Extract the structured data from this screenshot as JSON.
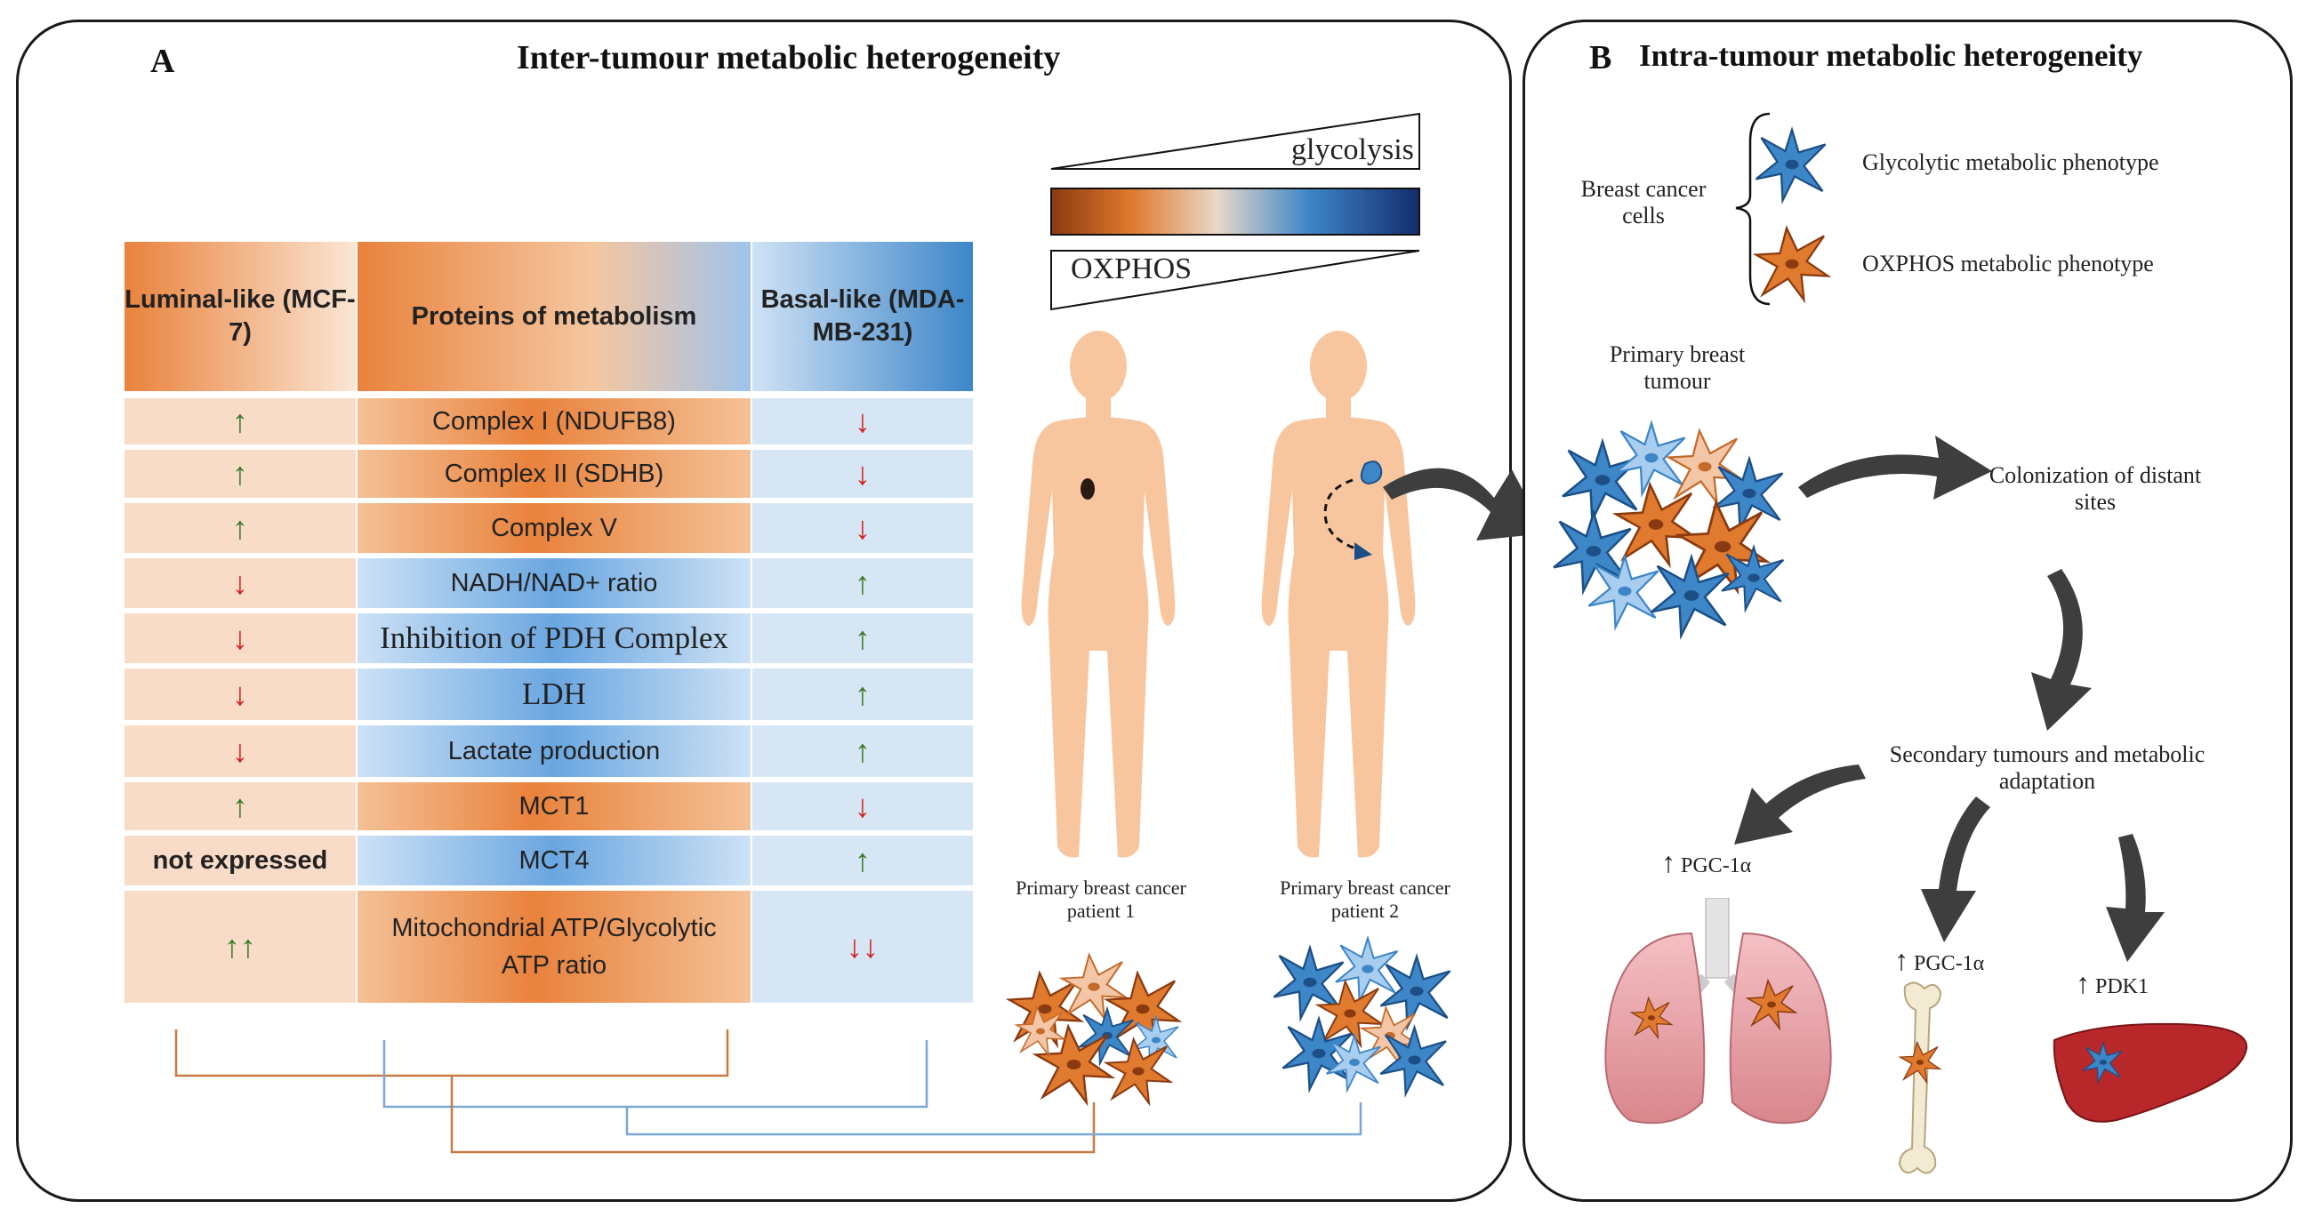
{
  "panel_a": {
    "letter": "A",
    "title": "Inter-tumour metabolic heterogeneity",
    "gradient": {
      "top_label": "glycolysis",
      "bottom_label": "OXPHOS"
    },
    "table": {
      "headers": [
        "Luminal-like (MCF-7)",
        "Proteins of metabolism",
        "Basal-like (MDA-MB-231)"
      ],
      "rows": [
        {
          "luminal": "↑",
          "protein": "Complex I (NDUFB8)",
          "basal": "↓"
        },
        {
          "luminal": "↑",
          "protein": "Complex II (SDHB)",
          "basal": "↓"
        },
        {
          "luminal": "↑",
          "protein": "Complex V",
          "basal": "↓"
        },
        {
          "luminal": "↓",
          "protein": "NADH/NAD+ ratio",
          "basal": "↑"
        },
        {
          "luminal": "↓",
          "protein": "Inhibition of PDH Complex",
          "basal": "↑"
        },
        {
          "luminal": "↓",
          "protein": "LDH",
          "basal": "↑"
        },
        {
          "luminal": "↓",
          "protein": "Lactate production",
          "basal": "↑"
        },
        {
          "luminal": "↑",
          "protein": "MCT1",
          "basal": "↓"
        },
        {
          "luminal": "not expressed",
          "protein": "MCT4",
          "basal": "↑"
        },
        {
          "luminal": "↑↑",
          "protein": "Mitochondrial ATP/Glycolytic ATP ratio",
          "basal": "↓↓"
        }
      ]
    },
    "patients": [
      "Primary breast cancer patient 1",
      "Primary breast cancer patient 2"
    ]
  },
  "panel_b": {
    "letter": "B",
    "title": "Intra-tumour metabolic heterogeneity",
    "legend": {
      "group_label": "Breast cancer cells",
      "items": [
        "Glycolytic metabolic phenotype",
        "OXPHOS metabolic phenotype"
      ]
    },
    "primary_label": "Primary breast tumour",
    "colonization_label": "Colonization of distant sites",
    "secondary_label": "Secondary tumours and metabolic adaptation",
    "markers": [
      "↑",
      "PGC-1α",
      "↑",
      "PGC-1α",
      "↑",
      "PDK1"
    ]
  },
  "colors": {
    "orange": "#e07a2e",
    "blue": "#3d86c8",
    "light_blue": "#a9cdef",
    "peach": "#f2c6a6",
    "skin": "#f7c69e",
    "up_arrow": "#3a7a2a",
    "down_arrow": "#d42020"
  }
}
